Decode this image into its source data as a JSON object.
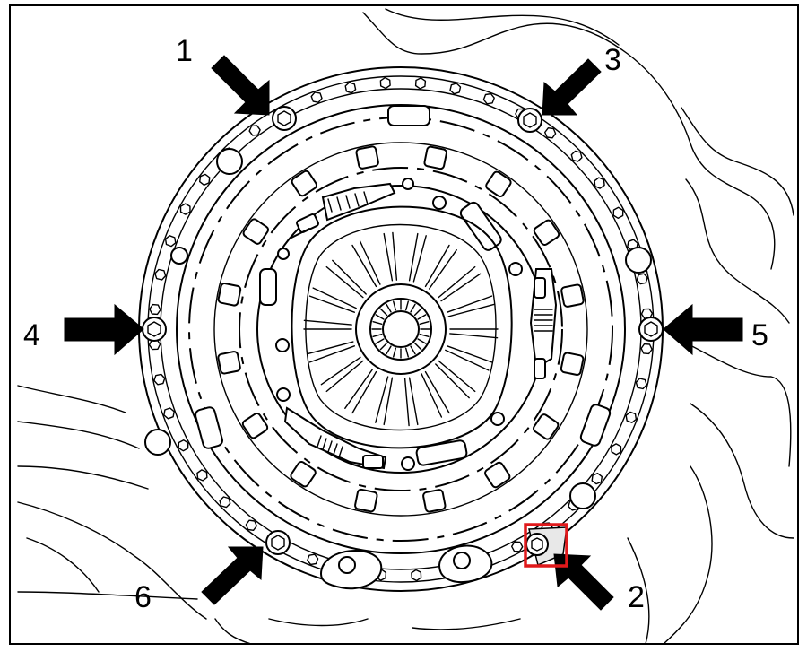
{
  "figure": {
    "callouts": [
      {
        "id": "1",
        "label": "1"
      },
      {
        "id": "2",
        "label": "2"
      },
      {
        "id": "3",
        "label": "3"
      },
      {
        "id": "4",
        "label": "4"
      },
      {
        "id": "5",
        "label": "5"
      },
      {
        "id": "6",
        "label": "6"
      }
    ],
    "highlight_color": "#e0191b",
    "ink_color": "#000000",
    "background_color": "#ffffff"
  }
}
